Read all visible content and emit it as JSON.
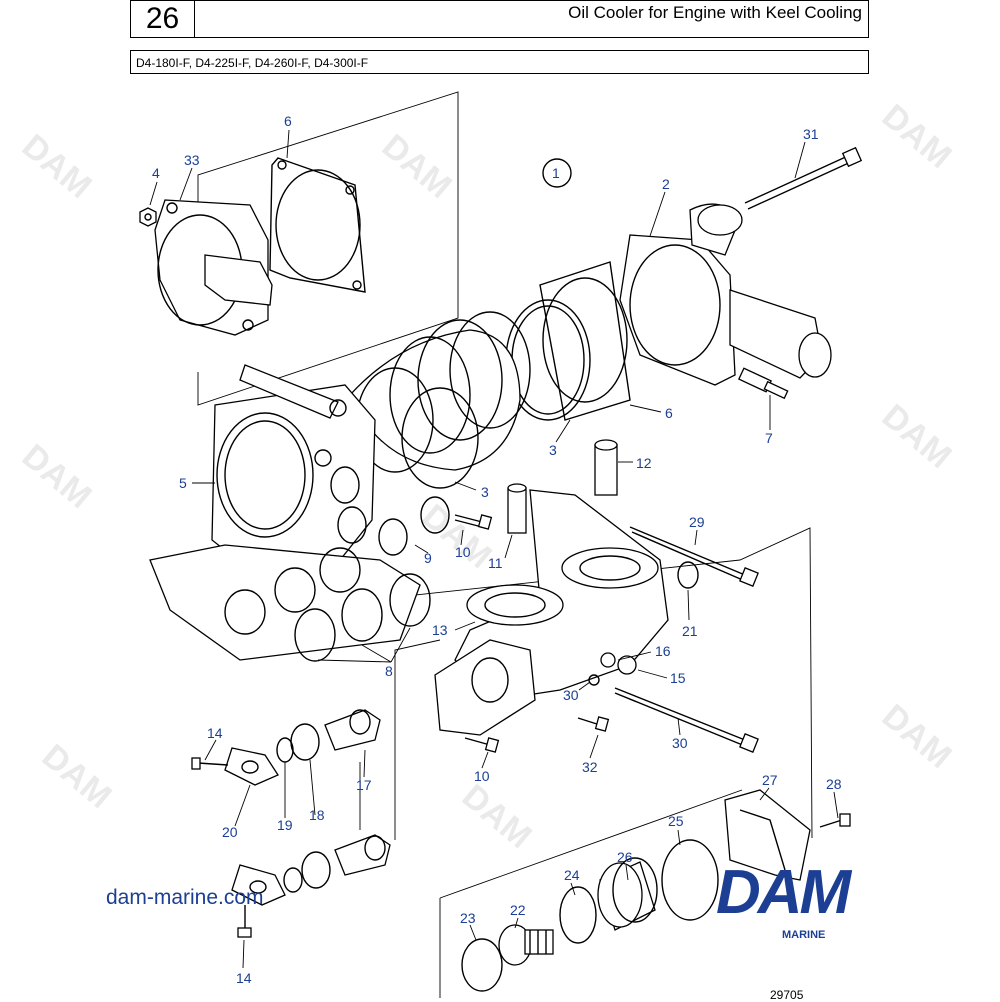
{
  "header": {
    "page_number": "26",
    "title": "Oil Cooler  for Engine with Keel Cooling",
    "models": "D4-180I-F, D4-225I-F, D4-260I-F, D4-300I-F"
  },
  "group_marker": "1",
  "watermark": "DAM",
  "callouts": [
    {
      "id": "c-6a",
      "label": "6"
    },
    {
      "id": "c-33",
      "label": "33"
    },
    {
      "id": "c-4",
      "label": "4"
    },
    {
      "id": "c-31",
      "label": "31"
    },
    {
      "id": "c-2",
      "label": "2"
    },
    {
      "id": "c-6b",
      "label": "6"
    },
    {
      "id": "c-7",
      "label": "7"
    },
    {
      "id": "c-3a",
      "label": "3"
    },
    {
      "id": "c-3b",
      "label": "3"
    },
    {
      "id": "c-12",
      "label": "12"
    },
    {
      "id": "c-5",
      "label": "5"
    },
    {
      "id": "c-9",
      "label": "9"
    },
    {
      "id": "c-10a",
      "label": "10"
    },
    {
      "id": "c-11",
      "label": "11"
    },
    {
      "id": "c-29",
      "label": "29"
    },
    {
      "id": "c-13",
      "label": "13"
    },
    {
      "id": "c-21",
      "label": "21"
    },
    {
      "id": "c-16",
      "label": "16"
    },
    {
      "id": "c-8",
      "label": "8"
    },
    {
      "id": "c-15",
      "label": "15"
    },
    {
      "id": "c-30a",
      "label": "30"
    },
    {
      "id": "c-14a",
      "label": "14"
    },
    {
      "id": "c-32",
      "label": "32"
    },
    {
      "id": "c-30b",
      "label": "30"
    },
    {
      "id": "c-10b",
      "label": "10"
    },
    {
      "id": "c-17",
      "label": "17"
    },
    {
      "id": "c-27",
      "label": "27"
    },
    {
      "id": "c-28",
      "label": "28"
    },
    {
      "id": "c-20",
      "label": "20"
    },
    {
      "id": "c-19",
      "label": "19"
    },
    {
      "id": "c-18",
      "label": "18"
    },
    {
      "id": "c-25",
      "label": "25"
    },
    {
      "id": "c-26",
      "label": "26"
    },
    {
      "id": "c-24",
      "label": "24"
    },
    {
      "id": "c-23",
      "label": "23"
    },
    {
      "id": "c-22",
      "label": "22"
    },
    {
      "id": "c-14b",
      "label": "14"
    }
  ],
  "website": "dam-marine.com",
  "logo": {
    "text": "DAM",
    "subtitle": "MARINE"
  },
  "drawing_number": "29705",
  "colors": {
    "label_blue": "#1c3f94",
    "line": "#000000",
    "watermark": "#d9d9d9"
  }
}
